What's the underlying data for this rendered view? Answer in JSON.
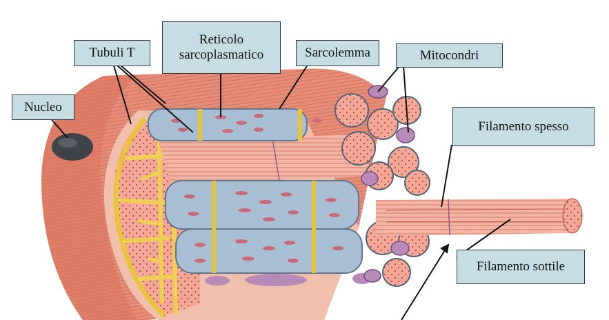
{
  "labels": {
    "tubuli_t": "Tubuli T",
    "reticolo_line1": "Reticolo",
    "reticolo_line2": "sarcoplasmatico",
    "sarcolemma": "Sarcolemma",
    "mitocondri": "Mitocondri",
    "nucleo": "Nucleo",
    "filamento_spesso": "Filamento spesso",
    "filamento_sottile": "Filamento sottile"
  },
  "colors": {
    "background": "#ffffff",
    "label_fill": "#c6dde3",
    "muscle_outer": "#e07f6a",
    "myofibril": "#f2a596",
    "reticulum": "#a9bfd3",
    "t_tubule": "#f1d75a",
    "mitochondrion": "#b88ab8",
    "nucleus": "#3d4348"
  }
}
